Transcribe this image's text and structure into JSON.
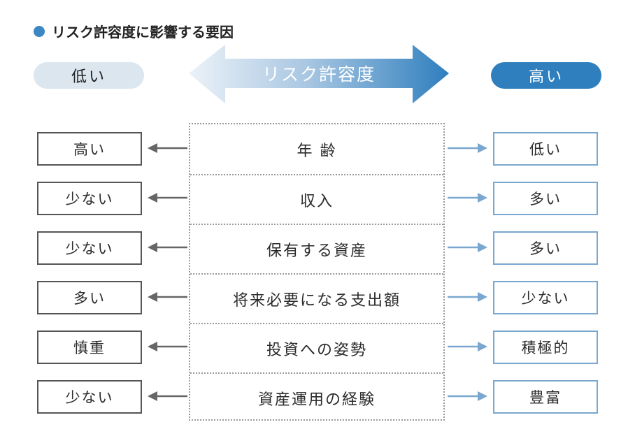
{
  "title": "リスク許容度に影響する要因",
  "axis": {
    "low_label": "低い",
    "high_label": "高い",
    "center_label": "リスク許容度"
  },
  "colors": {
    "accent": "#3a87c4",
    "left_border": "#555555",
    "right_border": "#7aa7cf",
    "left_arrow": "#666666",
    "right_arrow": "#7aa7cf"
  },
  "rows": [
    {
      "factor": "年 齢",
      "left": "高い",
      "right": "低い"
    },
    {
      "factor": "収入",
      "left": "少ない",
      "right": "多い"
    },
    {
      "factor": "保有する資産",
      "left": "少ない",
      "right": "多い"
    },
    {
      "factor": "将来必要になる支出額",
      "left": "多い",
      "right": "少ない"
    },
    {
      "factor": "投資への姿勢",
      "left": "慎重",
      "right": "積極的"
    },
    {
      "factor": "資産運用の経験",
      "left": "少ない",
      "right": "豊富"
    }
  ]
}
